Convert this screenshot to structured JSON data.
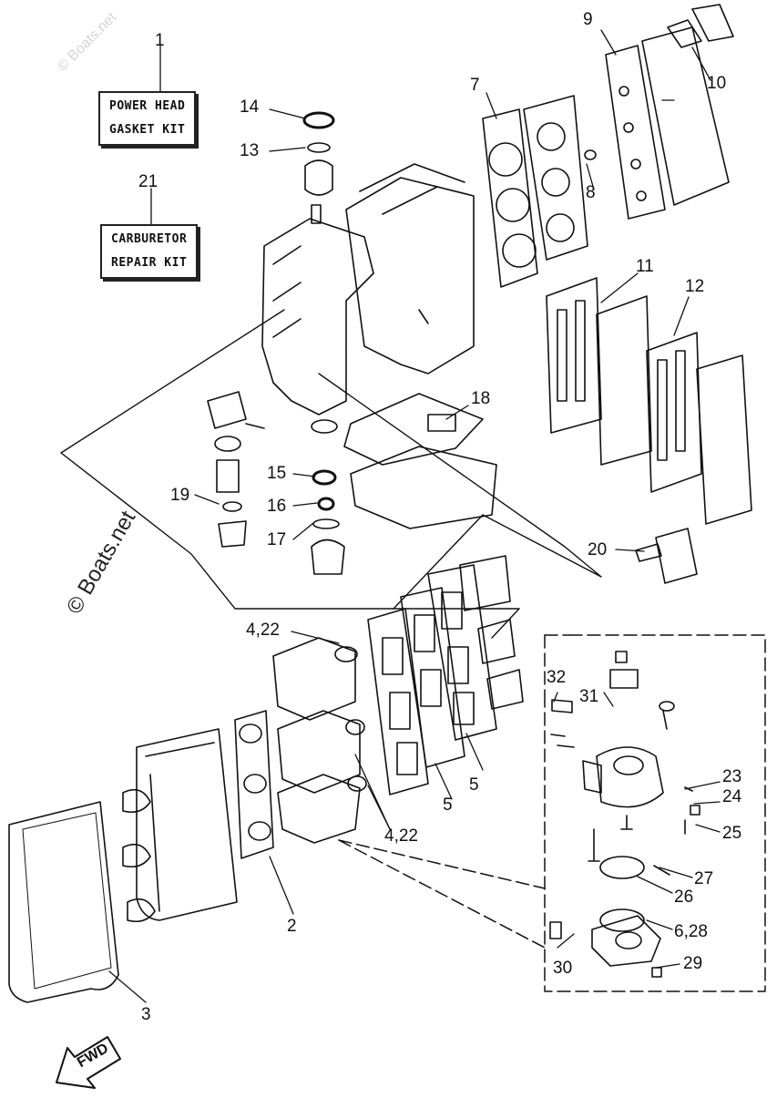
{
  "kits": {
    "power_head_line1": "POWER HEAD",
    "power_head_line2": "GASKET KIT",
    "carburetor_line1": "CARBURETOR",
    "carburetor_line2": "REPAIR KIT"
  },
  "labels": {
    "p1": "1",
    "p2": "2",
    "p3": "3",
    "p4_22_top": "4,22",
    "p4_22_bottom": "4,22",
    "p5a": "5",
    "p5b": "5",
    "p6_28": "6,28",
    "p7": "7",
    "p8": "8",
    "p9": "9",
    "p10": "10",
    "p11": "11",
    "p12": "12",
    "p13": "13",
    "p14": "14",
    "p15": "15",
    "p16": "16",
    "p17": "17",
    "p18": "18",
    "p19": "19",
    "p20": "20",
    "p21": "21",
    "p23": "23",
    "p24": "24",
    "p25": "25",
    "p26": "26",
    "p27": "27",
    "p29": "29",
    "p30": "30",
    "p31": "31",
    "p32": "32"
  },
  "watermark": {
    "main": "© Boats.net",
    "faint": "© Boats.net"
  },
  "fwd_label": "FWD"
}
